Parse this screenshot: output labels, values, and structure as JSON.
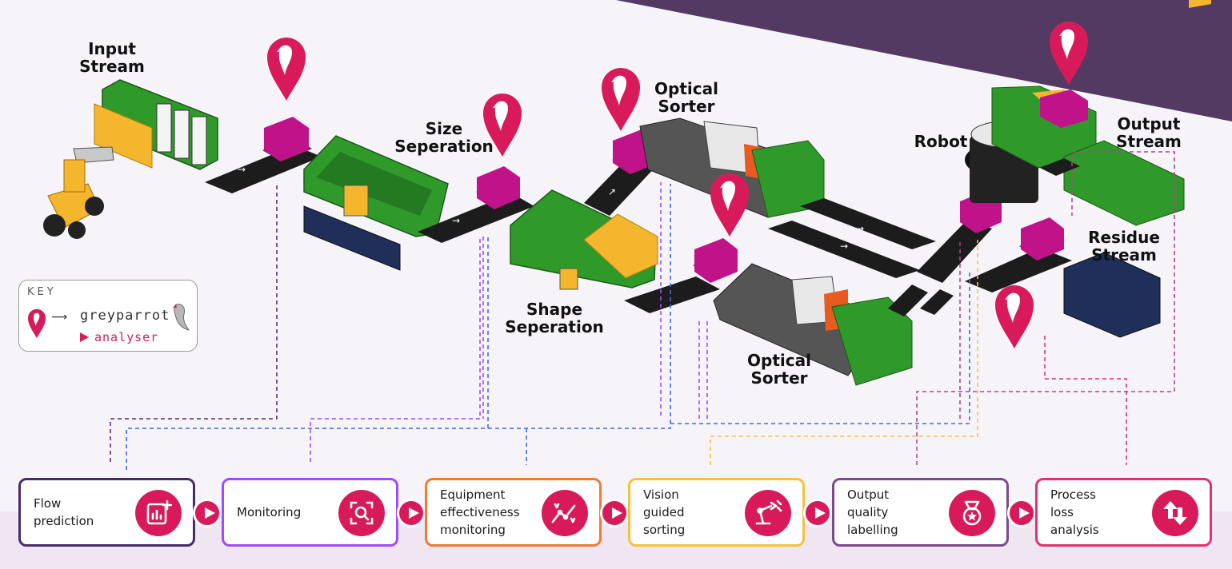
{
  "labels": {
    "input_stream": "Input\nStream",
    "size_separation": "Size\nSeperation",
    "optical_sorter_top": "Optical\nSorter",
    "shape_separation": "Shape\nSeperation",
    "optical_sorter_bottom": "Optical\nSorter",
    "robot": "Robot",
    "output_stream": "Output\nStream",
    "residue_stream": "Residue\nStream"
  },
  "key": {
    "title": "KEY",
    "brand": "greyparrot",
    "product": "analyser"
  },
  "cards": [
    {
      "label": "Flow\nprediction",
      "color": "#4a2a6a",
      "icon": "chart-plus-icon"
    },
    {
      "label": "Monitoring",
      "color": "#a04bff",
      "icon": "search-frame-icon"
    },
    {
      "label": "Equipment\neffectiveness\nmonitoring",
      "color": "#f07a32",
      "icon": "trend-line-icon"
    },
    {
      "label": "Vision\nguided\nsorting",
      "color": "#f5c23a",
      "icon": "robot-arm-icon"
    },
    {
      "label": "Output\nquality\nlabelling",
      "color": "#7a4a8a",
      "icon": "medal-icon"
    },
    {
      "label": "Process\nloss\nanalysis",
      "color": "#e0336a",
      "icon": "swap-arrows-icon"
    }
  ],
  "colors": {
    "accent": "#d81a5b",
    "purple_dark": "#533a63",
    "machine_green": "#2f9a2a",
    "belt": "#1c1c1c",
    "box": "#c0138a",
    "yellow": "#f3b62c"
  }
}
